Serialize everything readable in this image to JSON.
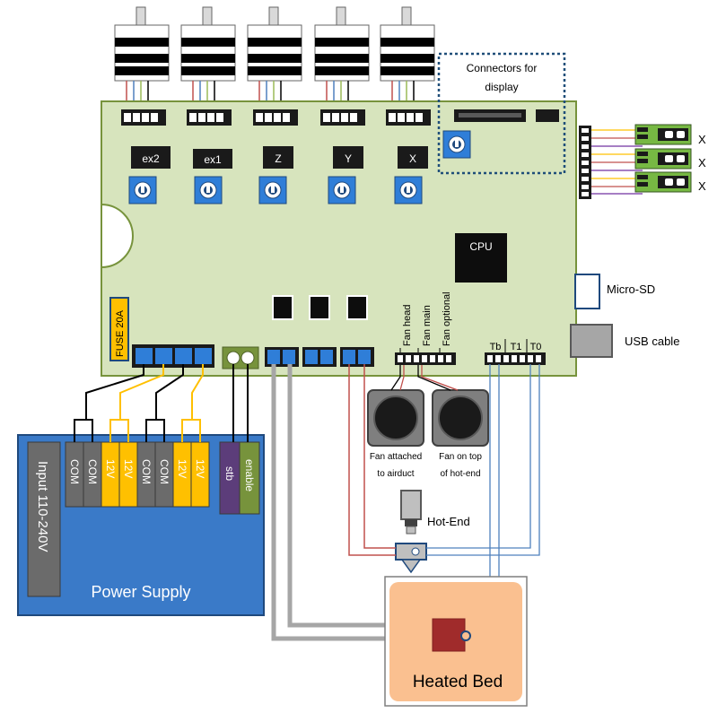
{
  "board": {
    "driver_labels": [
      "ex2",
      "ex1",
      "Z",
      "Y",
      "X"
    ],
    "display_connectors_label_line1": "Connectors for",
    "display_connectors_label_line2": "display",
    "cpu_label": "CPU",
    "fuse_label": "FUSE 20A",
    "fan_header_labels": [
      "Fan head",
      "Fan main",
      "Fan optional"
    ],
    "thermistor_labels": [
      "Tb",
      "T1",
      "T0"
    ]
  },
  "endstops": {
    "labels": [
      "X",
      "X",
      "X"
    ]
  },
  "peripherals": {
    "micro_sd_label": "Micro-SD",
    "usb_label": "USB cable"
  },
  "power_supply": {
    "title": "Power Supply",
    "input_label": "Input 110-240V",
    "terminals": [
      "COM",
      "COM",
      "12V",
      "12V",
      "COM",
      "COM",
      "12V",
      "12V"
    ],
    "stb_label": "stb",
    "enable_label": "enable"
  },
  "fans": {
    "left_caption_line1": "Fan attached",
    "left_caption_line2": "to airduct",
    "right_caption_line1": "Fan on top",
    "right_caption_line2": "of hot-end"
  },
  "hotend": {
    "label": "Hot-End"
  },
  "bed": {
    "label": "Heated Bed"
  },
  "colors": {
    "board": "#d7e4bd",
    "board_border": "#77933c",
    "connector_blue": "#2f7ed8",
    "terminal_yellow": "#ffc000",
    "psu_blue": "#3a7ac8",
    "bed_orange": "#fac090",
    "wire_red": "#c0504d",
    "wire_blue": "#4f81bd",
    "wire_gray": "#a6a6a6",
    "wire_yellow": "#ffc000"
  }
}
